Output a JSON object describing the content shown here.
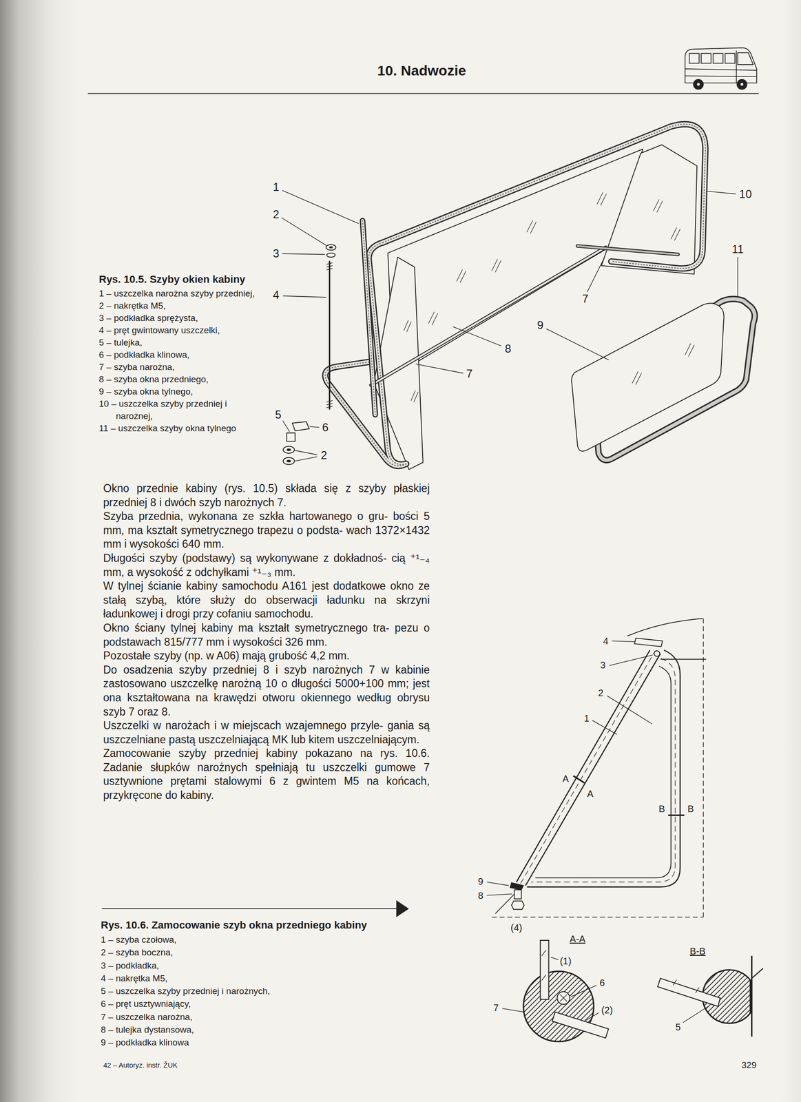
{
  "diagram": {
    "title": "10. Nadwozie",
    "labels": [
      "Rys. 10.5. Szyby okien kabiny",
      "1 – uszczelka narożna szyby przedniej,",
      "2 – nakrętka M5,",
      "3 – podkładka sprężysta,",
      "4 – pręt gwintowany uszczelki,",
      "5 – tulejka,",
      "6 – podkładka klinowa,",
      "7 – szyba narożna,",
      "8 – szyba okna przedniego,",
      "9 – szyba okna tylnego,",
      "10 – uszczelka szyby przedniej i narożnej,",
      "11 – uszczelka szyby okna tylnego",
      "1",
      "2",
      "3",
      "4",
      "5",
      "6",
      "2",
      "7",
      "8",
      "7",
      "9",
      "10",
      "11",
      "Okno przednie kabiny (rys. 10.5) składa się z szyby płaskiej przedniej 8 i dwóch szyb narożnych 7.",
      "Szyba przednia, wykonana ze szkła hartowanego o gru- bości 5 mm, ma kształt symetrycznego trapezu o podsta- wach 1372×1432 mm i wysokości 640 mm.",
      "Długości szyby (podstawy) są wykonywane z dokładnoś- cią ⁺¹₋₄ mm, a wysokość z odchyłkami ⁺¹₋₃ mm.",
      "W tylnej ścianie kabiny samochodu A161 jest dodatkowe okno ze stałą szybą, które służy do obserwacji ładunku na skrzyni ładunkowej i drogi przy cofaniu samochodu.",
      "Okno ściany tylnej kabiny ma kształt symetrycznego tra- pezu o podstawach 815/777 mm i wysokości 326 mm.",
      "Pozostałe szyby (np. w A06) mają grubość 4,2 mm.",
      "Do osadzenia szyby przedniej 8 i szyb narożnych 7 w kabinie zastosowano uszczelkę narożną 10 o długości 5000+100 mm; jest ona kształtowana na krawędzi otworu okiennego według obrysu szyb 7 oraz 8.",
      "Uszczelki w narożach i w miejscach wzajemnego przyle- gania są uszczelniane pastą uszczelniającą MK lub kitem uszczelniającym.",
      "Zamocowanie szyby przedniej kabiny pokazano na rys. 10.6. Zadanie słupków narożnych spełniają tu uszczelki gumowe 7 usztywnione prętami stalowymi 6 z gwintem M5 na końcach, przykręcone do kabiny.",
      "Rys. 10.6. Zamocowanie szyb okna przedniego kabiny",
      "1 – szyba czołowa,",
      "2 – szyba boczna,",
      "3 – podkładka,",
      "4 – nakrętka M5,",
      "5 – uszczelka szyby przedniej i narożnych,",
      "6 – pręt usztywniający,",
      "7 – uszczelka narożna,",
      "8 – tulejka dystansowa,",
      "9 – podkładka klinowa",
      "4",
      "3",
      "2",
      "1",
      "A",
      "A",
      "B",
      "B",
      "9",
      "8",
      "(4)",
      "A-A",
      "B-B",
      "(1)",
      "6",
      "7",
      "(2)",
      "5",
      "42 – Autoryz. instr. ŽUK",
      "329"
    ]
  }
}
